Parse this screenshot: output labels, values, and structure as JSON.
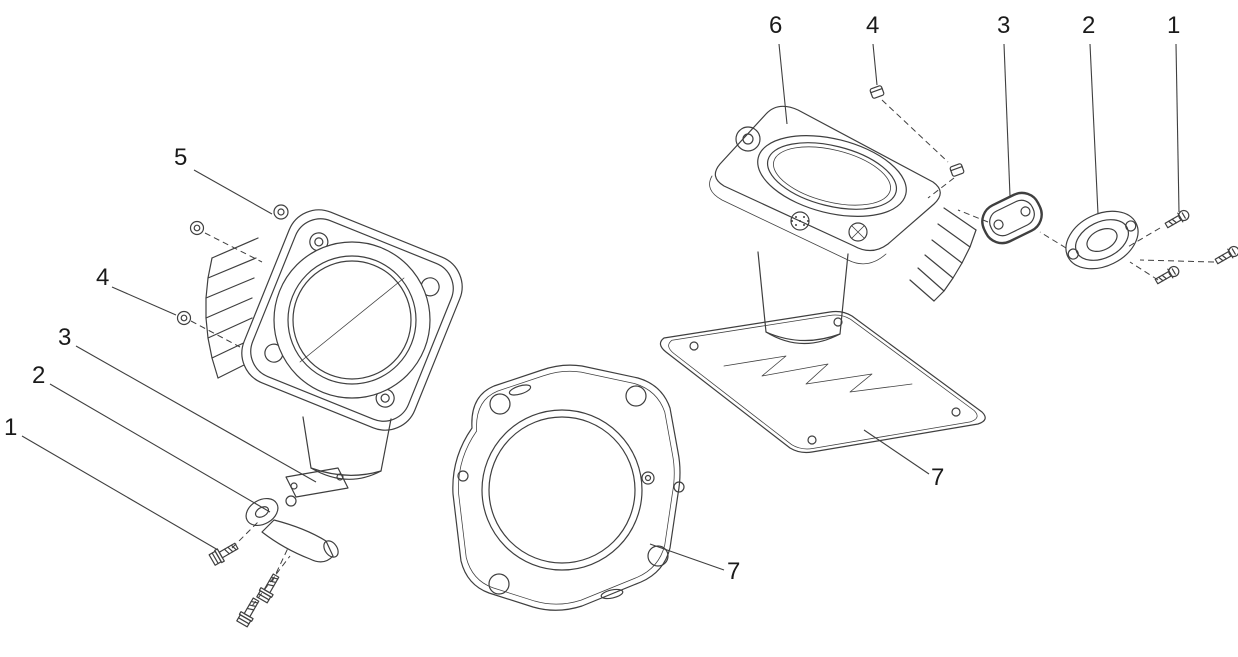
{
  "diagram": {
    "background": "#ffffff",
    "line_color": "#3f3f3f",
    "text_color": "#1a1a1a",
    "type": "exploded-parts-diagram",
    "subject": "engine cylinder assembly",
    "callouts": {
      "left": [
        {
          "label": "5"
        },
        {
          "label": "4"
        },
        {
          "label": "3"
        },
        {
          "label": "2"
        },
        {
          "label": "1"
        }
      ],
      "top_right": [
        {
          "label": "6"
        },
        {
          "label": "4"
        },
        {
          "label": "3"
        },
        {
          "label": "2"
        },
        {
          "label": "1"
        }
      ],
      "gasket_left": {
        "label": "7"
      },
      "gasket_right": {
        "label": "7"
      }
    }
  }
}
